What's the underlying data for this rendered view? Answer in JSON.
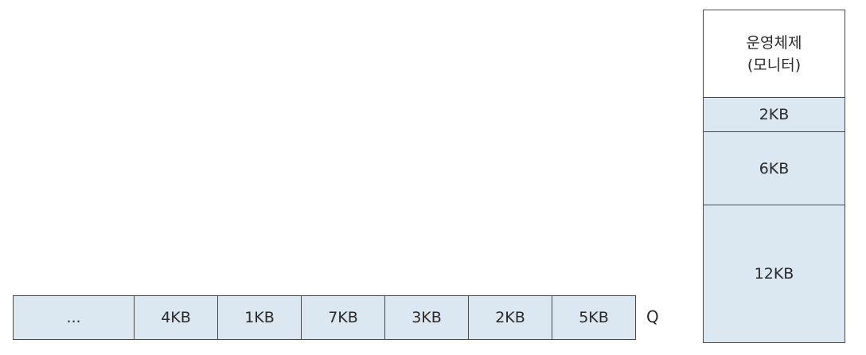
{
  "queue": {
    "cells": [
      "...",
      "4KB",
      "1KB",
      "7KB",
      "3KB",
      "2KB",
      "5KB"
    ],
    "label": "Q"
  },
  "memory": {
    "os": {
      "line1": "운영체제",
      "line2": "(모니터)"
    },
    "blocks": [
      "2KB",
      "6KB",
      "12KB"
    ]
  },
  "colors": {
    "block_fill": "#dce8f1",
    "border": "#4a4a4a",
    "os_fill": "#ffffff"
  }
}
